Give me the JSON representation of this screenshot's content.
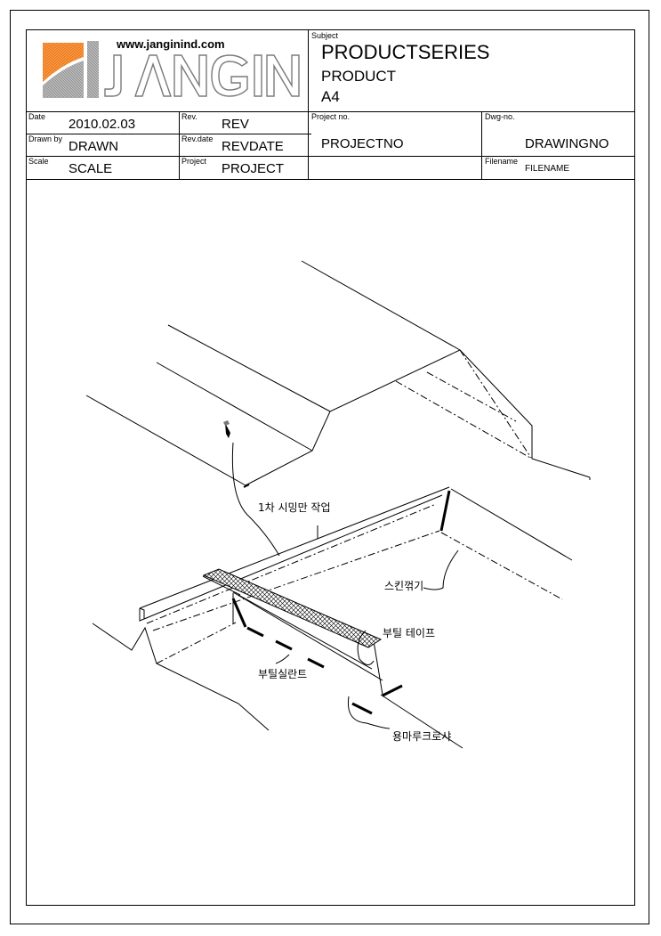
{
  "logo": {
    "website": "www.janginind.com",
    "wordmark": "JANGIN",
    "colors": {
      "orange": "#f07a1a",
      "gray": "#8a8a8a"
    }
  },
  "title_block": {
    "subject_label": "Subject",
    "subject_line1": "PRODUCTSERIES",
    "subject_line2": "PRODUCT",
    "subject_line3": "A4",
    "date_label": "Date",
    "date_value": "2010.02.03",
    "rev_label": "Rev.",
    "rev_value": "REV",
    "project_no_label": "Project no.",
    "project_no_value": "PROJECTNO",
    "dwg_no_label": "Dwg-no.",
    "dwg_no_value": "DRAWINGNO",
    "drawn_by_label": "Drawn by",
    "drawn_by_value": "DRAWN",
    "rev_date_label": "Rev.date",
    "rev_date_value": "REVDATE",
    "scale_label": "Scale",
    "scale_value": "SCALE",
    "project_label": "Project",
    "project_value": "PROJECT",
    "filename_label": "Filename",
    "filename_value": "FILENAME"
  },
  "drawing": {
    "callouts": {
      "seaming": "1차 시밍만 작업",
      "skin_fold": "스킨꺾기",
      "butyl_tape": "부틸 테이프",
      "butyl_sealant": "부틸실란트",
      "ridge_cross": "용마루크로샤"
    }
  }
}
